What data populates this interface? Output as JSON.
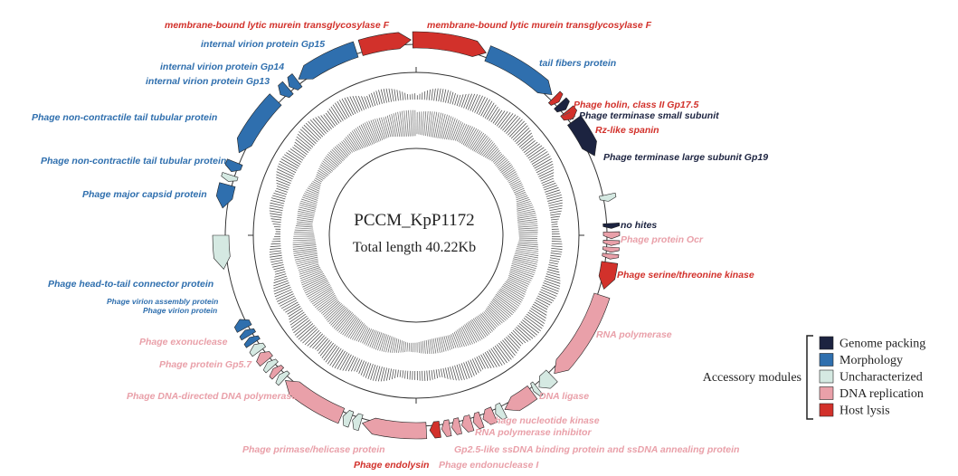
{
  "center": {
    "name": "PCCM_KpP1172",
    "length": "Total length 40.22Kb"
  },
  "colors": {
    "genome_packing": "#1c2340",
    "morphology": "#2f6fae",
    "uncharacterized": "#d5e9e2",
    "dna_replication": "#e9a0a9",
    "host_lysis": "#d2312b"
  },
  "labels": {
    "murein_left": "membrane-bound lytic murein transglycosylase F",
    "murein_right": "membrane-bound lytic murein transglycosylase F",
    "gp15": "internal virion protein Gp15",
    "tail_fibers": "tail fibers protein",
    "gp14": "internal virion protein Gp14",
    "gp13": "internal virion protein Gp13",
    "holin": "Phage holin, class II Gp17.5",
    "term_small": "Phage terminase small subunit",
    "rz_spanin": "Rz-like spanin",
    "tail_tub_1": "Phage non-contractile tail tubular protein",
    "term_large": "Phage terminase large subunit Gp19",
    "tail_tub_2": "Phage non-contractile tail tubular protein",
    "major_capsid": "Phage major capsid protein",
    "no_hites": "no hites",
    "ocr": "Phage protein Ocr",
    "ser_thr_kinase": "Phage serine/threonine kinase",
    "head_tail": "Phage head-to-tail connector protein",
    "virion_assembly": "Phage virion assembly protein",
    "virion_protein": "Phage virion protein",
    "rna_pol": "RNA polymerase",
    "exonuclease": "Phage exonuclease",
    "gp5_7": "Phage protein Gp5.7",
    "dna_pol": "Phage DNA-directed DNA polymerase",
    "dna_ligase": "DNA ligase",
    "nuc_kinase": "Phage nucleotide kinase",
    "rna_pol_inhib": "RNA polymerase inhibitor",
    "primase": "Phage primase/helicase protein",
    "gp2_5": "Gp2.5-like ssDNA binding protein and ssDNA annealing protein",
    "endolysin": "Phage endolysin",
    "endonuclease": "Phage endonuclease I"
  },
  "legend": {
    "group_label": "Accessory modules",
    "items": [
      {
        "label": "Genome packing",
        "color": "#1c2340"
      },
      {
        "label": "Morphology",
        "color": "#2f6fae"
      },
      {
        "label": "Uncharacterized",
        "color": "#d5e9e2"
      },
      {
        "label": "DNA replication",
        "color": "#e9a0a9"
      },
      {
        "label": "Host lysis",
        "color": "#d2312b"
      }
    ]
  }
}
